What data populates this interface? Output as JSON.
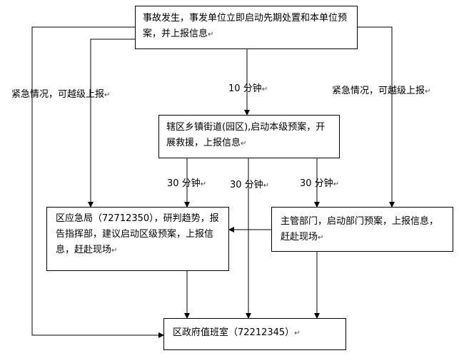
{
  "colors": {
    "line": "#000000",
    "box_border": "#000000",
    "background": "#ffffff"
  },
  "nodes": {
    "accident": {
      "text": "事故发生，事发单位立即启动先期处置和本单位预案，并上报信息"
    },
    "township": {
      "text": "辖区乡镇街道(园区),启动本级预案，开展救援，上报信息"
    },
    "emergency_bureau": {
      "text": "区应急局（72712350），研判趋势，报告指挥部，建议启动区级预案，上报信息，赶赴现场"
    },
    "department": {
      "text": "主管部门，启动部门预案，上报信息，赶赴现场"
    },
    "duty_room": {
      "text": "区政府值班室（72212345）"
    }
  },
  "edge_labels": {
    "ten_min": "10 分钟",
    "thirty_left": "30 分钟",
    "thirty_mid": "30 分钟",
    "thirty_right": "30 分钟",
    "urgent_left": "紧急情况，可越级上报",
    "urgent_right": "紧急情况，可越级上报"
  },
  "paragraph_mark": "↵"
}
